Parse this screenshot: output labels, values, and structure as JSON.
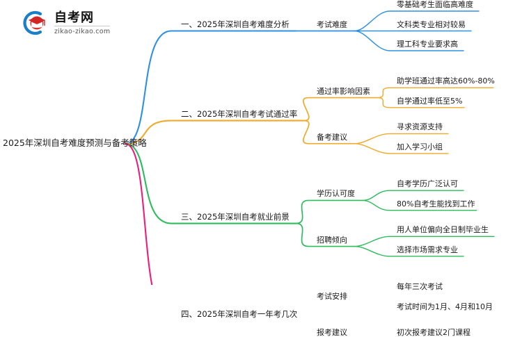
{
  "logo": {
    "title": "自考网",
    "subtitle": "zikao-zikao.com",
    "mark_icon": "graduation-cap-swoosh-logo",
    "swoosh_color": "#1a7ec8",
    "cap_color": "#e03030"
  },
  "mindmap": {
    "root": "2025年深圳自考难度预测与备考策略",
    "branches": [
      {
        "label": "一、2025年深圳自考难度分析",
        "color": "#2f8fe0",
        "subs": [
          {
            "label": "考试难度",
            "leaves": [
              "零基础考生面临高难度",
              "文科类专业相对较易",
              "理工科专业要求高"
            ]
          }
        ]
      },
      {
        "label": "二、2025年深圳自考考试通过率",
        "color": "#f0a92b",
        "subs": [
          {
            "label": "通过率影响因素",
            "leaves": [
              "助学班通过率高达60%-80%",
              "自学通过率低至5%"
            ]
          },
          {
            "label": "备考建议",
            "leaves": [
              "寻求资源支持",
              "加入学习小组"
            ]
          }
        ]
      },
      {
        "label": "三、2025年深圳自考就业前景",
        "color": "#2cbc5c",
        "subs": [
          {
            "label": "学历认可度",
            "leaves": [
              "自考学历广泛认可",
              "80%自考生能找到工作"
            ]
          },
          {
            "label": "招聘倾向",
            "leaves": [
              "用人单位偏向全日制毕业生",
              "选择市场需求专业"
            ]
          }
        ]
      },
      {
        "label": "四、2025年深圳自考一年考几次",
        "color": "#ec1e79",
        "subs": [
          {
            "label": "考试安排",
            "leaves": [
              "每年三次考试",
              "考试时间为1月、4月和10月"
            ]
          },
          {
            "label": "报考建议",
            "leaves": [
              "初次报考建议2门课程"
            ]
          }
        ]
      }
    ]
  }
}
